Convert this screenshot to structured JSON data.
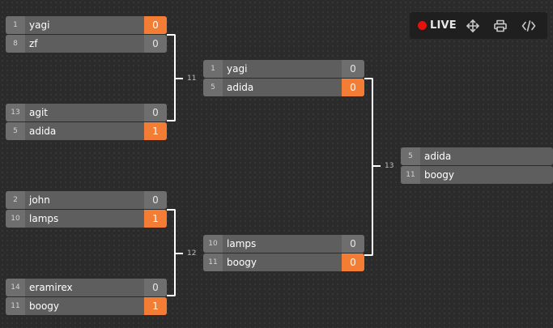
{
  "toolbar": {
    "live_label": "LIVE",
    "icons": [
      "move-icon",
      "print-icon",
      "embed-code-icon"
    ]
  },
  "colors": {
    "background": "#2b2b2b",
    "row": "#5e5e5e",
    "seed_box": "#6e6e6e",
    "winner_score": "#f47d36",
    "live_dot": "#e3120b"
  },
  "bracket": {
    "round1": [
      {
        "top": {
          "seed": "1",
          "name": "yagi",
          "score": "0"
        },
        "bottom": {
          "seed": "8",
          "name": "zf",
          "score": "0"
        }
      },
      {
        "top": {
          "seed": "13",
          "name": "agit",
          "score": "0"
        },
        "bottom": {
          "seed": "5",
          "name": "adida",
          "score": "1"
        }
      },
      {
        "top": {
          "seed": "2",
          "name": "john",
          "score": "0"
        },
        "bottom": {
          "seed": "10",
          "name": "lamps",
          "score": "1"
        }
      },
      {
        "top": {
          "seed": "14",
          "name": "eramirex",
          "score": "0"
        },
        "bottom": {
          "seed": "11",
          "name": "boogy",
          "score": "1"
        }
      }
    ],
    "round2": [
      {
        "label": "11",
        "top": {
          "seed": "1",
          "name": "yagi",
          "score": "0"
        },
        "bottom": {
          "seed": "5",
          "name": "adida",
          "score": "0"
        }
      },
      {
        "label": "12",
        "top": {
          "seed": "10",
          "name": "lamps",
          "score": "0"
        },
        "bottom": {
          "seed": "11",
          "name": "boogy",
          "score": "0"
        }
      }
    ],
    "final": {
      "label": "13",
      "top": {
        "seed": "5",
        "name": "adida"
      },
      "bottom": {
        "seed": "11",
        "name": "boogy"
      }
    }
  }
}
